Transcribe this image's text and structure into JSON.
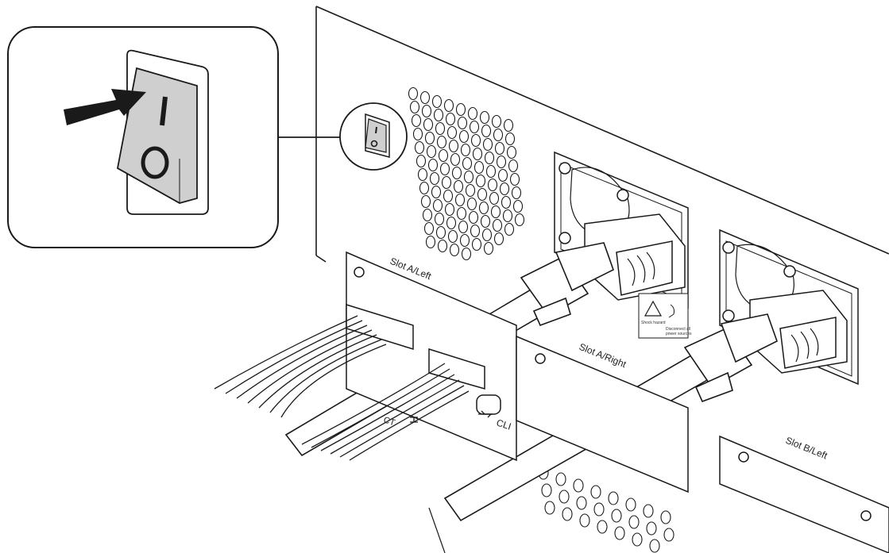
{
  "switch": {
    "on_symbol": "I",
    "off_symbol": "O"
  },
  "slots": {
    "a_left": "Slot A/Left",
    "a_right": "Slot A/Right",
    "b_left": "Slot B/Left"
  },
  "ports": {
    "cli": "CLI",
    "ct": "CT"
  },
  "warning_label": {
    "left_caption": "Shock hazard",
    "right_caption_1": "Disconnect all",
    "right_caption_2": "power sources"
  },
  "colors": {
    "line": "#1a1a1a",
    "switch_fill": "#cfcfcf",
    "arrow": "#1a1a1a"
  },
  "icons": [
    "power-rocker-switch",
    "arrow-right-icon",
    "ethernet-icon",
    "usb-icon",
    "screw-icon",
    "warning-icon"
  ]
}
